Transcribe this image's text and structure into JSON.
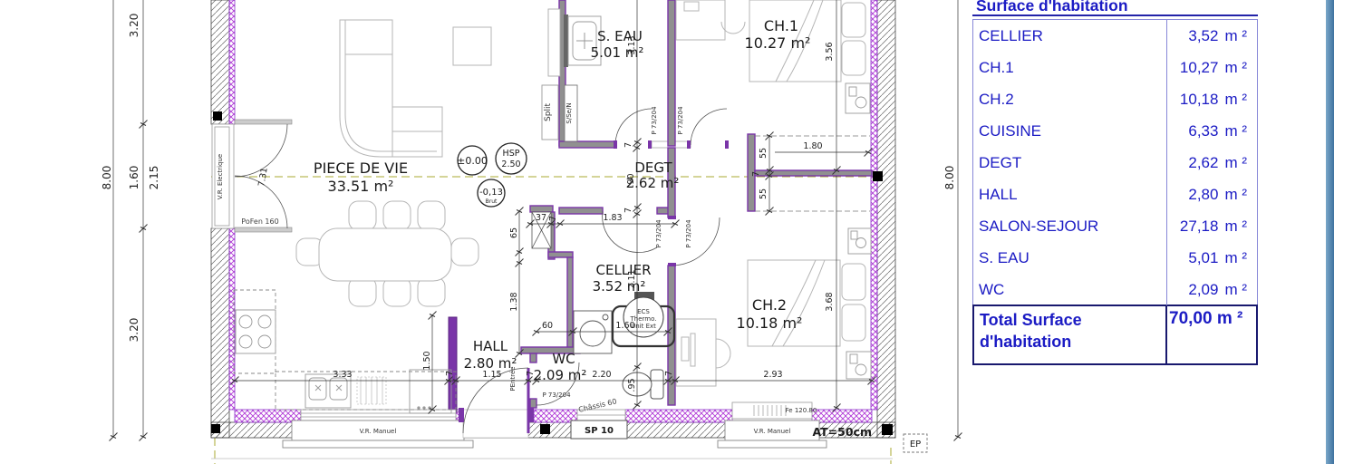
{
  "plan": {
    "rooms": {
      "piece_de_vie": {
        "name": "PIECE DE VIE",
        "area": "33.51 m²"
      },
      "s_eau": {
        "name": "S. EAU",
        "area": "5.01 m²"
      },
      "ch1": {
        "name": "CH.1",
        "area": "10.27 m²"
      },
      "degt": {
        "name": "DEGT",
        "area": "2.62 m²"
      },
      "cellier": {
        "name": "CELLIER",
        "area": "3.52 m²"
      },
      "ch2": {
        "name": "CH.2",
        "area": "10.18 m²"
      },
      "hall": {
        "name": "HALL",
        "area": "2.80 m²"
      },
      "wc": {
        "name": "WC",
        "area": "2.09 m²"
      }
    },
    "levels": {
      "zero": "±0.00",
      "hsp_label": "HSP",
      "hsp_value": "2.50",
      "neg": "-0,13",
      "neg_sub": "Brut"
    },
    "equipment": {
      "split": "Split",
      "column": "S/Se/N",
      "ecs_line1": "ECS",
      "ecs_line2": "Thermo.",
      "ecs_line3": "Unit Ext"
    },
    "openings": {
      "entry_door": "PEntrée",
      "interior_door": "P 73/204",
      "pofen": "PoFen 160",
      "vr_electrique": "V.R. Electrique",
      "vr_manuel": "V.R. Manuel",
      "chassis": "Châssis 60",
      "fe": "Fe 120.80",
      "sp10": "SP 10"
    },
    "annotations": {
      "at": "AT=50cm",
      "ep": "EP"
    },
    "dims": {
      "d800": "8.00",
      "d320": "3.20",
      "d160": "1.60",
      "d215": "2.15",
      "d731": "7.31",
      "d313": "3.13",
      "d356": "3.56",
      "d368": "3.68",
      "d55": "55",
      "d180": "1.80",
      "d7": "7",
      "d90": ".90",
      "d183": "1.83",
      "d37": "37",
      "d65": "65",
      "d211": "2.11",
      "d138": "1.38",
      "d150": "1.50",
      "d60": "60",
      "d95": ".95",
      "d333": "3.33",
      "d115": "1.15",
      "d220": "2.20",
      "d293": "2.93"
    }
  },
  "table": {
    "title": "Surface d'habitation",
    "unit": "m ²",
    "rows": [
      {
        "name": "CELLIER",
        "value": "3,52"
      },
      {
        "name": "CH.1",
        "value": "10,27"
      },
      {
        "name": "CH.2",
        "value": "10,18"
      },
      {
        "name": "CUISINE",
        "value": "6,33"
      },
      {
        "name": "DEGT",
        "value": "2,62"
      },
      {
        "name": "HALL",
        "value": "2,80"
      },
      {
        "name": "SALON-SEJOUR",
        "value": "27,18"
      },
      {
        "name": "S. EAU",
        "value": "5,01"
      },
      {
        "name": "WC",
        "value": "2,09"
      }
    ],
    "total": {
      "label": "Total Surface d'habitation",
      "value": "70,00"
    }
  }
}
